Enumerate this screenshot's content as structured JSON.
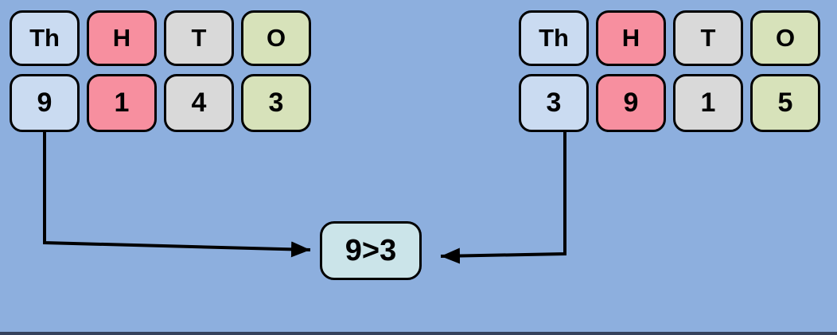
{
  "colors": {
    "background": "#8dafde",
    "cell_blue": "#cadbf1",
    "cell_pink": "#f78f9f",
    "cell_gray": "#d9d9d9",
    "cell_green": "#d7e2ba",
    "compare_box_fill": "#cbe4e9",
    "line": "#000000",
    "bottom_edge": "#35425c"
  },
  "left_table": {
    "headers": [
      "Th",
      "H",
      "T",
      "O"
    ],
    "values": [
      "9",
      "1",
      "4",
      "3"
    ]
  },
  "right_table": {
    "headers": [
      "Th",
      "H",
      "T",
      "O"
    ],
    "values": [
      "3",
      "9",
      "1",
      "5"
    ]
  },
  "comparison": {
    "label": "9>3"
  }
}
